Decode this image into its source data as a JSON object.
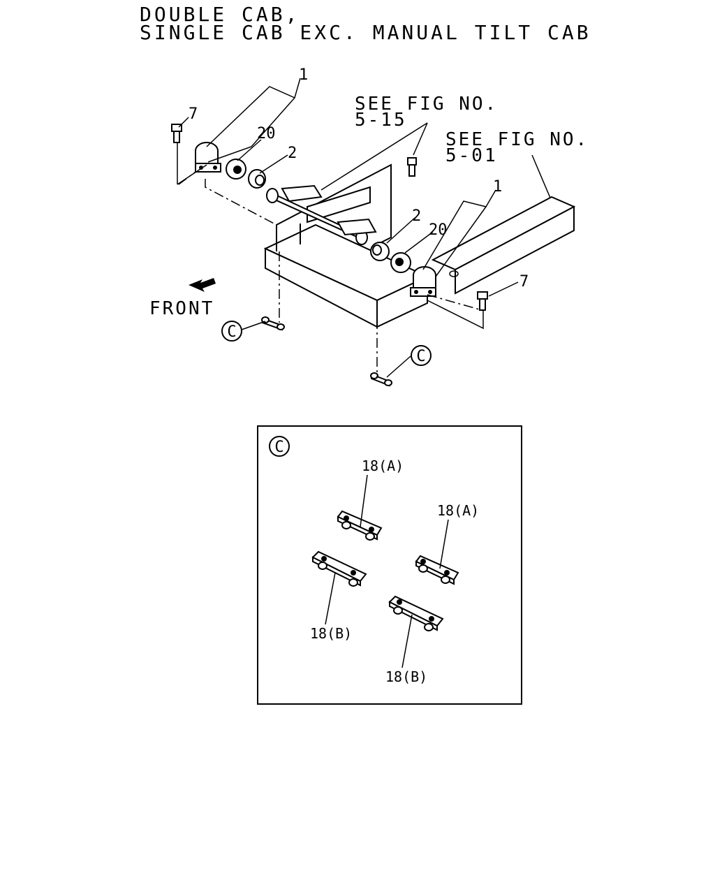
{
  "title": {
    "line1": "DOUBLE CAB,",
    "line2": "SINGLE CAB EXC. MANUAL TILT CAB"
  },
  "references": {
    "fig_5_15_line1": "SEE FIG NO.",
    "fig_5_15_line2": "5-15",
    "fig_5_01_line1": "SEE FIG NO.",
    "fig_5_01_line2": "5-01"
  },
  "callouts": {
    "part_1_left": "1",
    "part_1_right": "1",
    "part_2_left": "2",
    "part_2_right": "2",
    "part_7_left": "7",
    "part_7_right": "7",
    "part_20_left": "20",
    "part_20_right": "20",
    "detail_c_left": "C",
    "detail_c_right": "C"
  },
  "front_label": "FRONT",
  "detail": {
    "marker": "C",
    "labels": [
      "18(A)",
      "18(A)",
      "18(B)",
      "18(B)"
    ]
  }
}
